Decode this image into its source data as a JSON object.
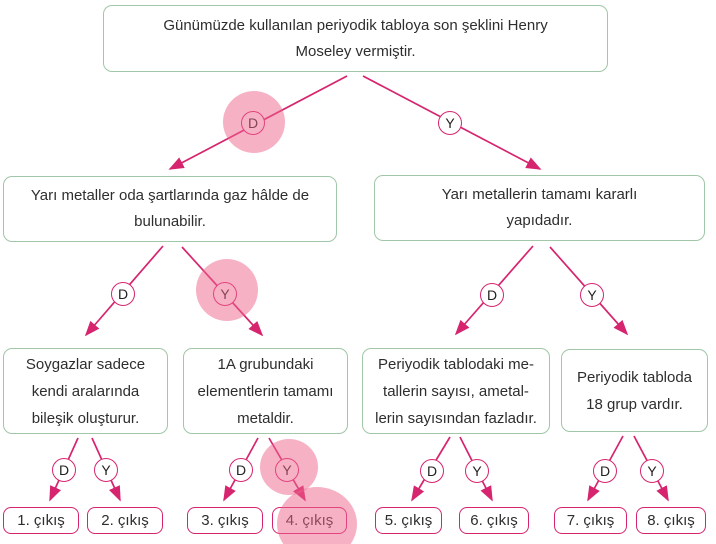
{
  "colors": {
    "box_border_green": "#9fc7a8",
    "line_pink": "#d6246e",
    "highlight_pink": "#f29ab2",
    "text": "#2e2e2e"
  },
  "flowchart": {
    "root": "Günümüzde kullanılan periyodik tabloya son şeklini Henry\nMoseley vermiştir.",
    "branches": [
      "Yarı metaller oda şartlarında gaz hâlde de\nbulunabilir.",
      "Yarı metallerin tamamı kararlı\nyapıdadır."
    ],
    "statements": [
      "Soygazlar sadece\nkendi aralarında\nbileşik oluşturur.",
      "1A grubundaki\nelementlerin tamamı\nmetaldir.",
      "Periyodik tablodaki me-\ntallerin sayısı, ametal-\nlerin sayısından fazladır.",
      "Periyodik tabloda\n18 grup vardır."
    ],
    "decision_circles": [
      {
        "label": "D",
        "highlighted": true
      },
      {
        "label": "Y",
        "highlighted": false
      },
      {
        "label": "D",
        "highlighted": false
      },
      {
        "label": "Y",
        "highlighted": true
      },
      {
        "label": "D",
        "highlighted": false
      },
      {
        "label": "Y",
        "highlighted": false
      },
      {
        "label": "D",
        "highlighted": false
      },
      {
        "label": "Y",
        "highlighted": false
      },
      {
        "label": "D",
        "highlighted": false
      },
      {
        "label": "Y",
        "highlighted": true
      },
      {
        "label": "D",
        "highlighted": false
      },
      {
        "label": "Y",
        "highlighted": false
      },
      {
        "label": "D",
        "highlighted": false
      },
      {
        "label": "Y",
        "highlighted": false
      }
    ],
    "exits": [
      {
        "label": "1. çıkış",
        "highlighted": false
      },
      {
        "label": "2. çıkış",
        "highlighted": false
      },
      {
        "label": "3. çıkış",
        "highlighted": false
      },
      {
        "label": "4. çıkış",
        "highlighted": true
      },
      {
        "label": "5. çıkış",
        "highlighted": false
      },
      {
        "label": "6. çıkış",
        "highlighted": false
      },
      {
        "label": "7. çıkış",
        "highlighted": false
      },
      {
        "label": "8. çıkış",
        "highlighted": false
      }
    ]
  }
}
